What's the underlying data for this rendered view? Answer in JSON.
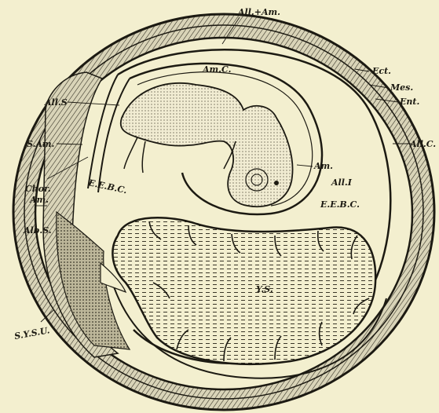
{
  "labels": {
    "all_am": "All.+Am.",
    "am_c": "Am.C.",
    "ect": "Ect.",
    "mes": "Mes.",
    "ent": "Ent.",
    "all_s": "All.S",
    "all_c": "All.C.",
    "s_am": "S.Am.",
    "am": "Am.",
    "all_i": "All.I",
    "chor": "Chor.",
    "chor_am": "Am.",
    "eebc_left": "E.E.B.C.",
    "eebc_right": "E.E.B.C.",
    "alb_s": "Alb.S.",
    "ys": "Y.S.",
    "sysu": "S.Y.S.U."
  },
  "colors": {
    "ink": "#1c1a12",
    "paper": "#f3efcf",
    "shell": "#cfcab0"
  }
}
